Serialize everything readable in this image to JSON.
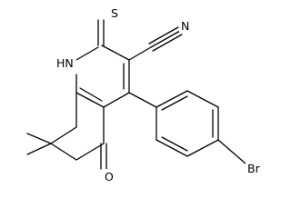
{
  "molecule": {
    "atoms": {
      "nh": "HN",
      "s": "S",
      "n": "N",
      "o": "O",
      "br": "Br"
    }
  }
}
